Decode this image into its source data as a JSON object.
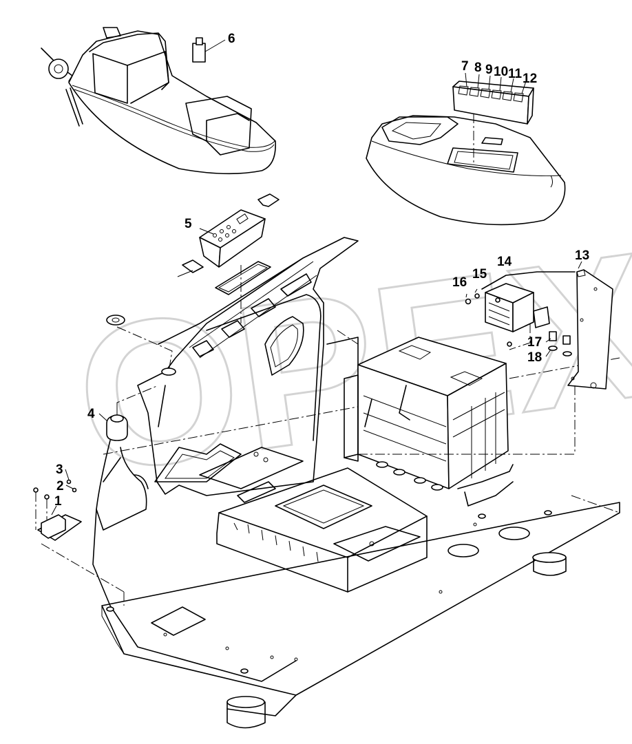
{
  "watermark": "OPEX",
  "callouts": [
    {
      "id": "c1",
      "label": "1"
    },
    {
      "id": "c2",
      "label": "2"
    },
    {
      "id": "c3",
      "label": "3"
    },
    {
      "id": "c4",
      "label": "4"
    },
    {
      "id": "c5",
      "label": "5"
    },
    {
      "id": "c6",
      "label": "6"
    },
    {
      "id": "c7",
      "label": "7"
    },
    {
      "id": "c8",
      "label": "8"
    },
    {
      "id": "c9",
      "label": "9"
    },
    {
      "id": "c10",
      "label": "10"
    },
    {
      "id": "c11",
      "label": "11"
    },
    {
      "id": "c12",
      "label": "12"
    },
    {
      "id": "c13",
      "label": "13"
    },
    {
      "id": "c14",
      "label": "14"
    },
    {
      "id": "c15",
      "label": "15"
    },
    {
      "id": "c16",
      "label": "16"
    },
    {
      "id": "c17",
      "label": "17"
    },
    {
      "id": "c18",
      "label": "18"
    }
  ]
}
